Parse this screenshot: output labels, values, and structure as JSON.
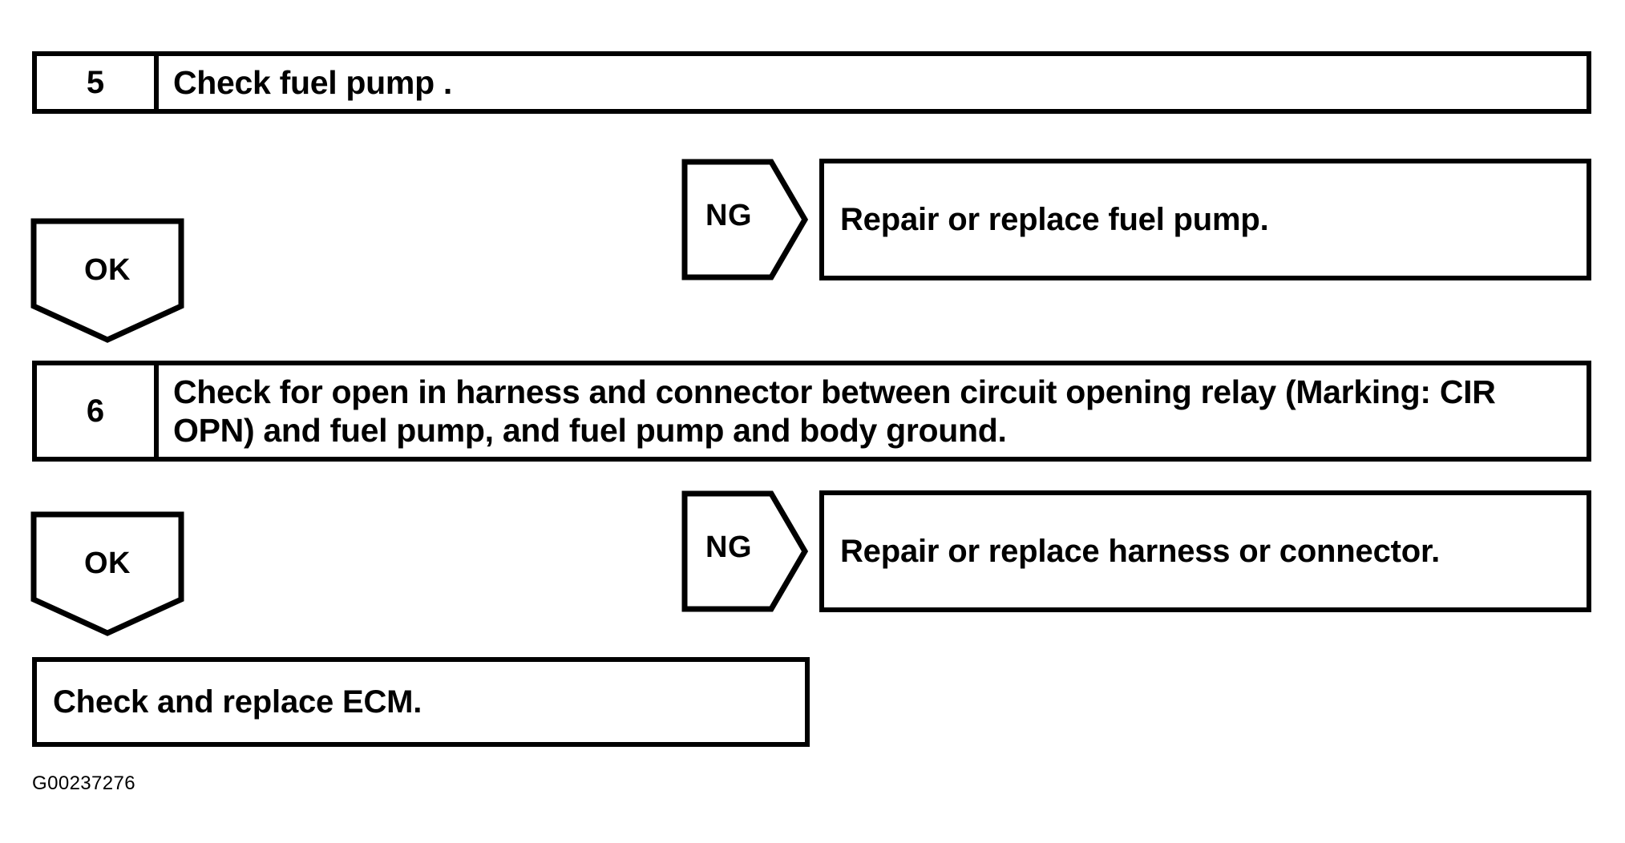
{
  "figure": {
    "id_label": "G00237276",
    "type": "diagnostic-flowchart"
  },
  "steps": [
    {
      "number": "5",
      "text": "Check fuel pump ."
    },
    {
      "number": "6",
      "text": "Check for open in harness and connector between circuit opening relay (Marking: CIR OPN) and fuel pump, and fuel pump and body ground."
    }
  ],
  "branches": [
    {
      "ok_label": "OK",
      "ng_label": "NG",
      "ng_action": "Repair or replace fuel pump."
    },
    {
      "ok_label": "OK",
      "ng_label": "NG",
      "ng_action": "Repair or replace harness or connector."
    }
  ],
  "final": {
    "text": "Check and replace ECM."
  },
  "colors": {
    "ink": "#000000",
    "paper": "#ffffff"
  }
}
